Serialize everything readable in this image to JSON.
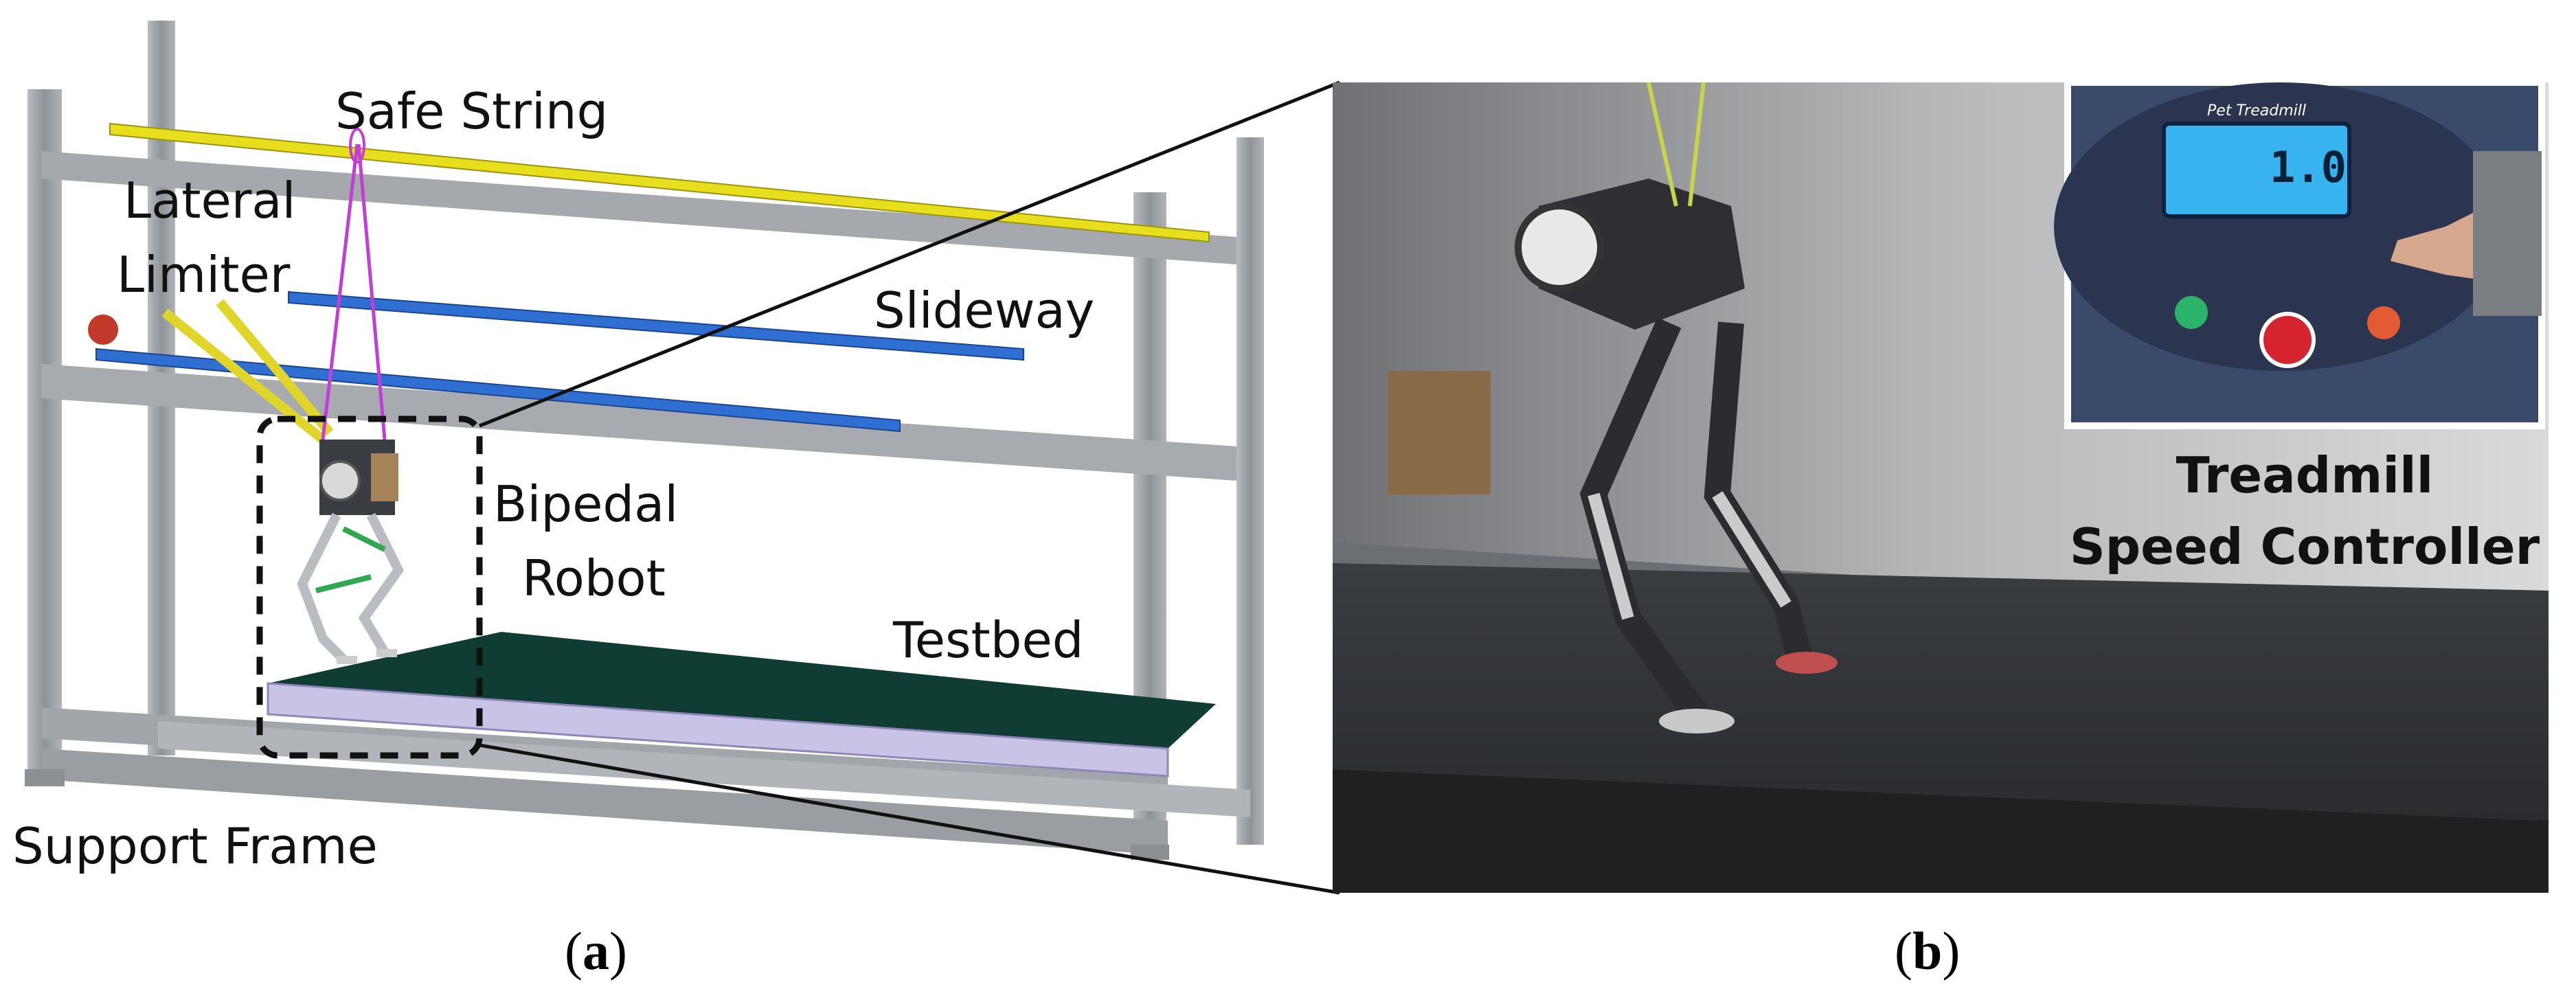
{
  "panel_a": {
    "labels": {
      "safe_string": "Safe String",
      "lateral_limiter_line1": "Lateral",
      "lateral_limiter_line2": "Limiter",
      "slideway": "Slideway",
      "bipedal_robot_line1": "Bipedal",
      "bipedal_robot_line2": "Robot",
      "testbed": "Testbed",
      "support_frame": "Support Frame"
    },
    "caption_letter": "a"
  },
  "panel_b": {
    "inset": {
      "display_text": "Pet Treadmill",
      "display_value": "1.0",
      "label_line1": "Treadmill",
      "label_line2": "Speed Controller"
    },
    "caption_letter": "b"
  },
  "colors": {
    "frame": "#9aa0a6",
    "rail_yellow": "#e7df1d",
    "rail_blue": "#2f6fd1",
    "belt": "#0f3d33",
    "safe_string": "#c23ed6",
    "photo_bg": "#7d8083",
    "display": "#37b3ef"
  }
}
